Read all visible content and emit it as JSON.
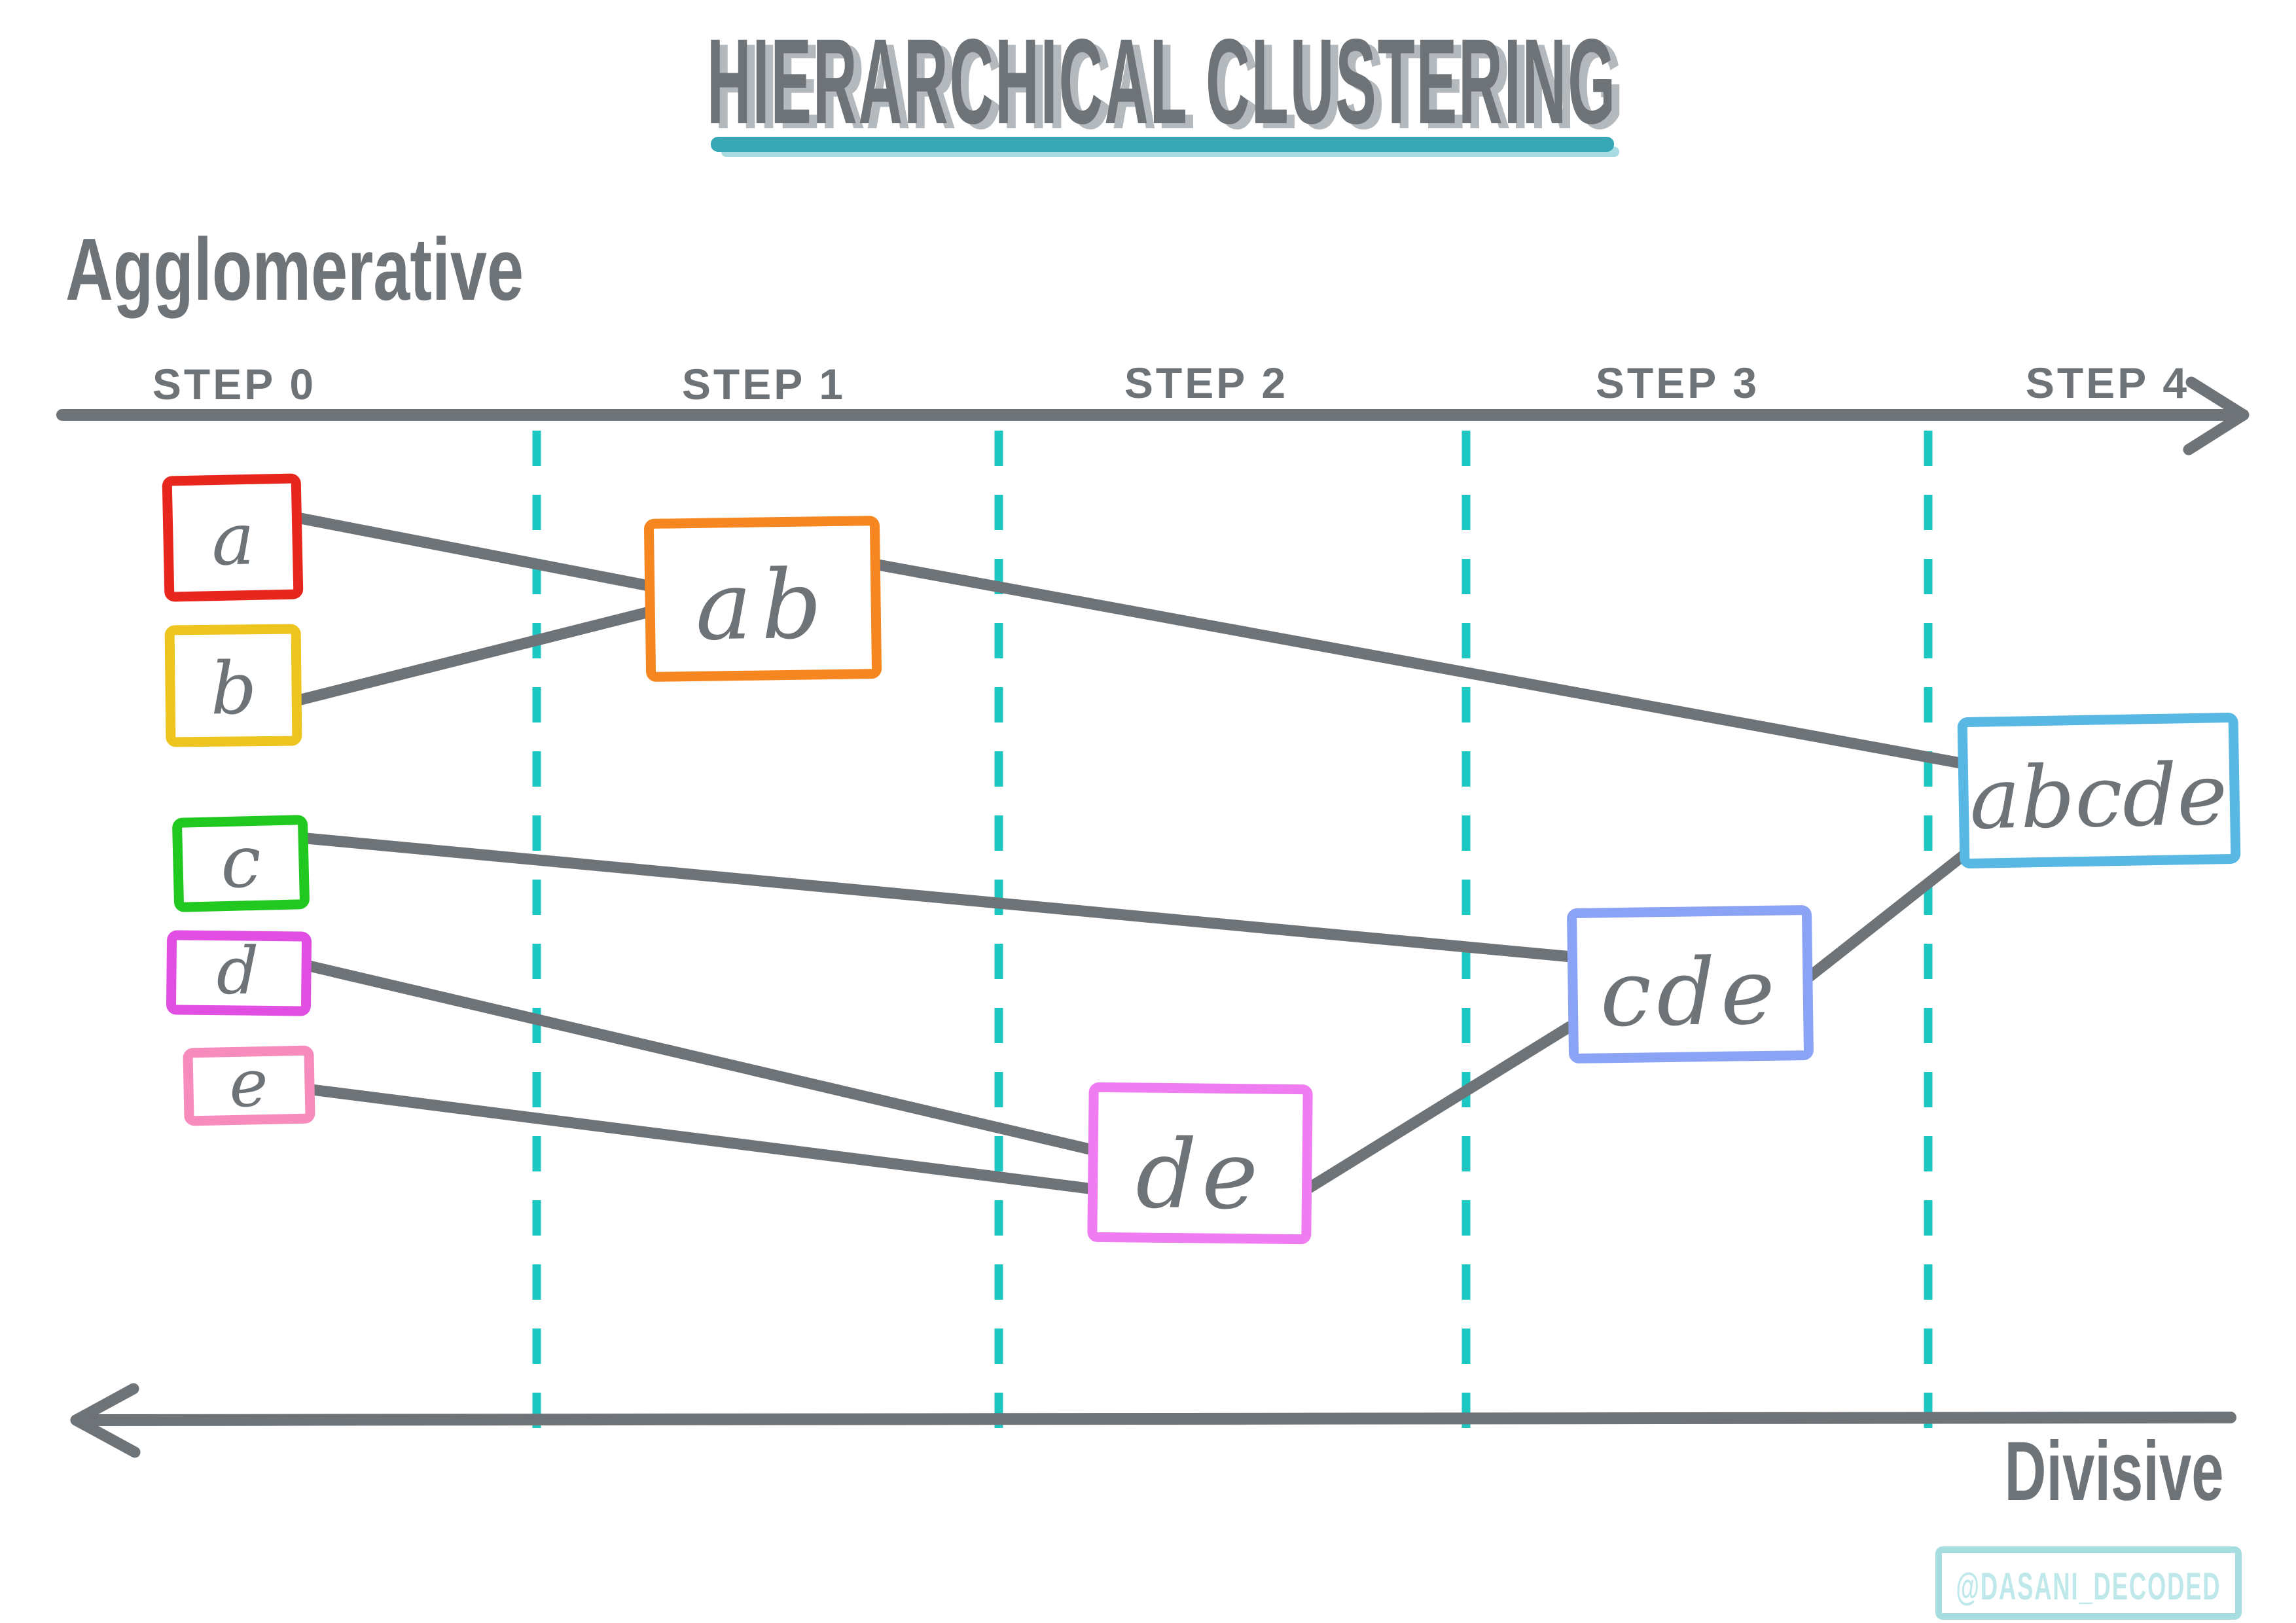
{
  "title": {
    "text": "HIERARCHICAL CLUSTERING"
  },
  "labels": {
    "agglomerative": "Agglomerative",
    "divisive": "Divisive"
  },
  "timeline": {
    "steps": [
      "STEP 0",
      "STEP 1",
      "STEP 2",
      "STEP 3",
      "STEP 4"
    ],
    "agglomerative_direction": "left-to-right",
    "divisive_direction": "right-to-left"
  },
  "nodes": {
    "a": {
      "label": "a",
      "color": "#e7271d",
      "step": 0
    },
    "b": {
      "label": "b",
      "color": "#eec41f",
      "step": 0
    },
    "c": {
      "label": "c",
      "color": "#21c81f",
      "step": 0
    },
    "d": {
      "label": "d",
      "color": "#e04fe2",
      "step": 0
    },
    "e": {
      "label": "e",
      "color": "#f78bbb",
      "step": 0
    },
    "ab": {
      "label": "ab",
      "color": "#f6861f",
      "step": 1
    },
    "de": {
      "label": "de",
      "color": "#f07cf2",
      "step": 2
    },
    "cde": {
      "label": "cde",
      "color": "#8ba3f4",
      "step": 3
    },
    "abcde": {
      "label": "abcde",
      "color": "#58b7e3",
      "step": 4
    }
  },
  "merges": [
    {
      "step": 1,
      "inputs": [
        "a",
        "b"
      ],
      "output": "ab"
    },
    {
      "step": 2,
      "inputs": [
        "d",
        "e"
      ],
      "output": "de"
    },
    {
      "step": 3,
      "inputs": [
        "c",
        "de"
      ],
      "output": "cde"
    },
    {
      "step": 4,
      "inputs": [
        "ab",
        "cde"
      ],
      "output": "abcde"
    }
  ],
  "watermark": {
    "text": "@DASANI_DECODED"
  },
  "colors": {
    "ink": "#6e7378",
    "accent_teal": "#36a8b5",
    "accent_teal_light": "#a9dce2",
    "dash_teal": "#1cc7c2",
    "watermark_border": "#a5dde0",
    "watermark_text": "#bfe8ea",
    "title_shadow": "#b4b9bd"
  }
}
